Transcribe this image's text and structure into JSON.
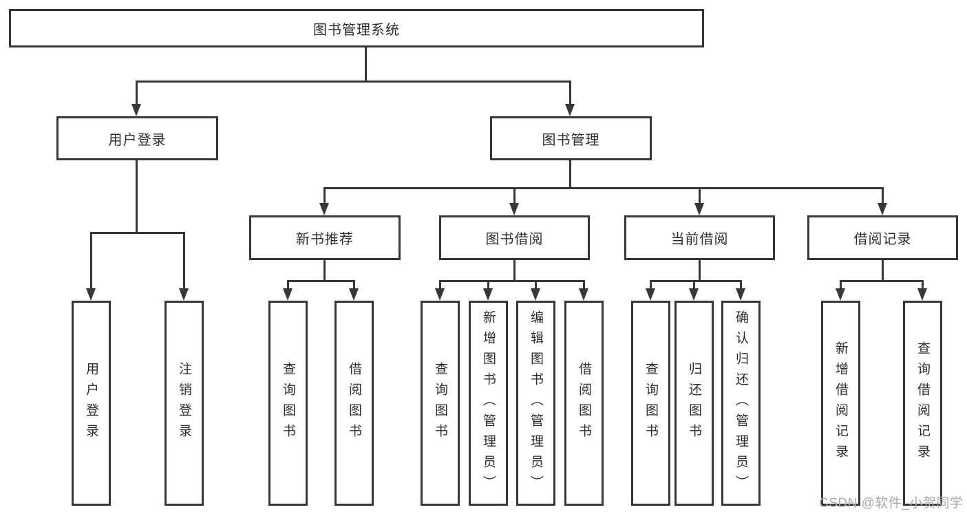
{
  "tree": {
    "root": {
      "label": "图书管理系统",
      "children": [
        {
          "label": "用户登录",
          "children": [
            {
              "label": "用户登录"
            },
            {
              "label": "注销登录"
            }
          ]
        },
        {
          "label": "图书管理",
          "children": [
            {
              "label": "新书推荐",
              "children": [
                {
                  "label": "查询图书"
                },
                {
                  "label": "借阅图书"
                }
              ]
            },
            {
              "label": "图书借阅",
              "children": [
                {
                  "label": "查询图书"
                },
                {
                  "label": "新增图书（管理员）"
                },
                {
                  "label": "编辑图书（管理员）"
                },
                {
                  "label": "借阅图书"
                }
              ]
            },
            {
              "label": "当前借阅",
              "children": [
                {
                  "label": "查询图书"
                },
                {
                  "label": "归还图书"
                },
                {
                  "label": "确认归还（管理员）"
                }
              ]
            },
            {
              "label": "借阅记录",
              "children": [
                {
                  "label": "新增借阅记录"
                },
                {
                  "label": "查询借阅记录"
                }
              ]
            }
          ]
        }
      ]
    }
  },
  "watermark": {
    "text": "CSDN @软件_小贺同学"
  },
  "colors": {
    "line": "#373737",
    "text": "#2d2d2d",
    "background": "#ffffff",
    "watermark": "#a9a9a9"
  }
}
